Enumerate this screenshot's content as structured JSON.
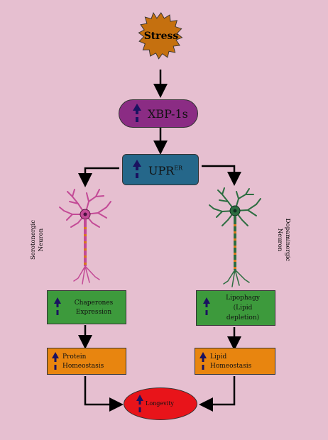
{
  "nodes": {
    "stress": "Stress",
    "xbp": "XBP-1s",
    "upr_main": "UPR",
    "upr_sup": "ER",
    "chaperones_line1": "Chaperones",
    "chaperones_line2": "Expression",
    "lipophagy_line1": "Lipophagy",
    "lipophagy_line2": "(Lipid",
    "lipophagy_line3": "depletion)",
    "protein_line1": "Protein",
    "protein_line2": "Homeostasis",
    "lipid_line1": "Lipid",
    "lipid_line2": "Homeostasis",
    "longevity": "Longevity"
  },
  "neurons": {
    "left_line1": "Serotonergic",
    "left_line2": "Neuron",
    "right_line1": "Dopaminergic",
    "right_line2": "Neuron"
  },
  "colors": {
    "background": "#e6bfd0",
    "stress": "#c5700f",
    "xbp": "#8b2c84",
    "upr": "#25678a",
    "green": "#3d9a3c",
    "orange": "#e8850f",
    "red": "#e8141a",
    "arrow": "#1a1260",
    "serotonergic": "#c34a96",
    "dopaminergic": "#2c6d40"
  },
  "icons": [
    "up-arrow-icon",
    "neuron-icon"
  ]
}
